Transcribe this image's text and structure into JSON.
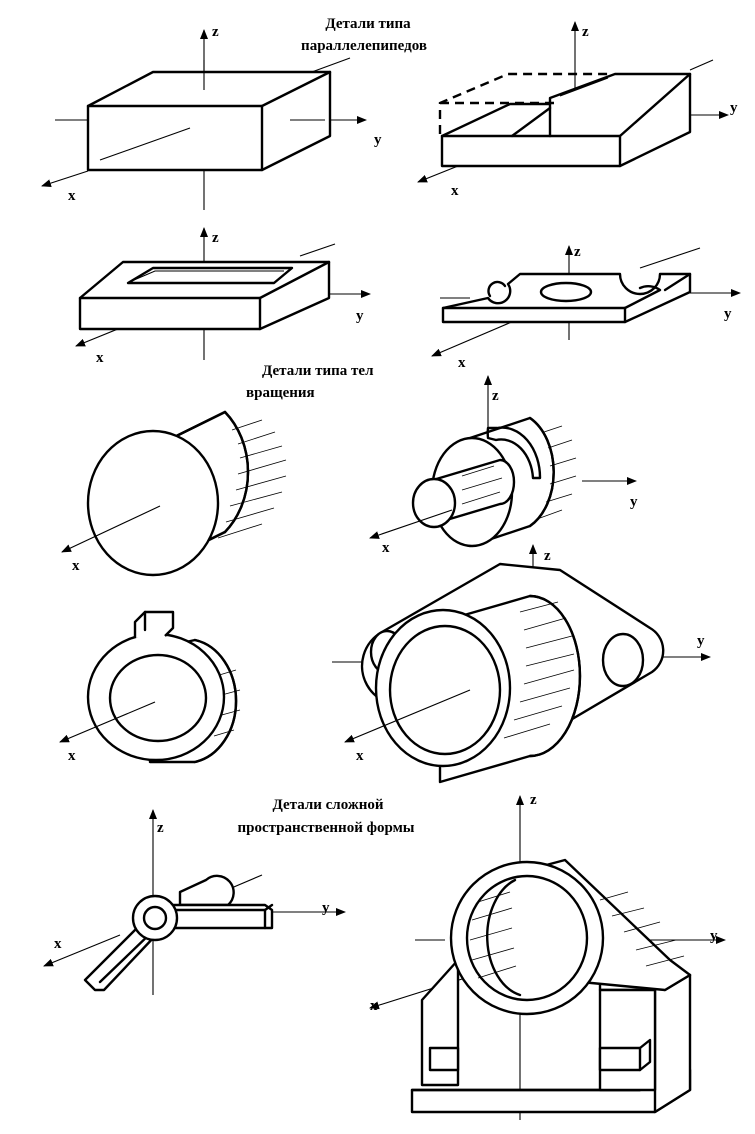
{
  "headings": {
    "parallelepiped_line1": "Детали типа",
    "parallelepiped_line2": "параллелепипедов",
    "rotation_line1": "Детали типа тел",
    "rotation_line2": "вращения",
    "complex_line1": "Детали сложной",
    "complex_line2": "пространственной формы"
  },
  "axes": {
    "x": "x",
    "y": "y",
    "z": "z"
  },
  "colors": {
    "ink": "#000000",
    "paper": "#ffffff"
  }
}
